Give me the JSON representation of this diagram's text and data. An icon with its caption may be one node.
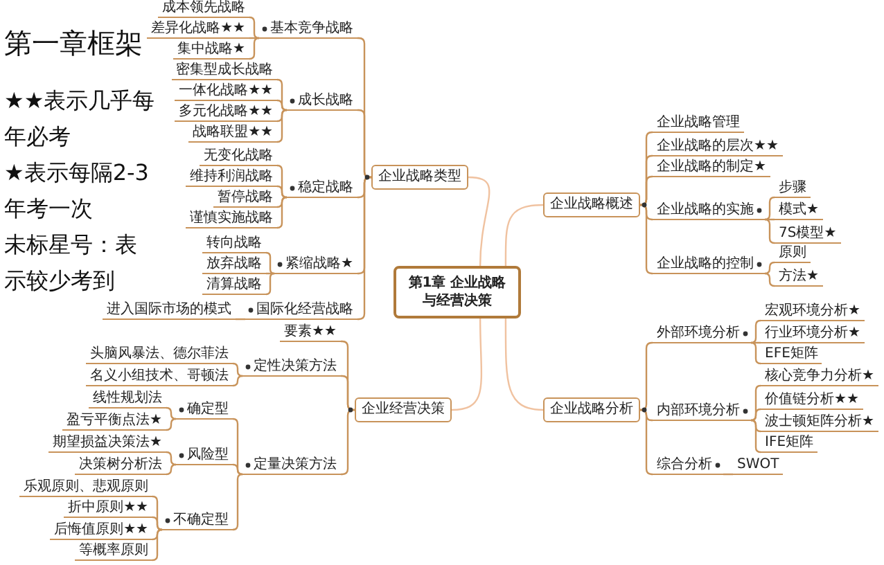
{
  "diagram": {
    "title": "第一章框架",
    "nodes": [
      {
        "text": [
          "第1章 企业战略与经营决策"
        ]
      },
      {
        "text": [
          "企业战略类型"
        ]
      },
      {
        "text": [
          "基本竞争战略"
        ]
      },
      {
        "text": [
          "成本领先战略"
        ]
      },
      {
        "text": [
          "差异化战略★★"
        ]
      },
      {
        "text": [
          "集中战略★"
        ]
      },
      {
        "text": [
          "成长战略"
        ]
      },
      {
        "text": [
          "密集型成长战略"
        ]
      },
      {
        "text": [
          "一体化战略★★"
        ]
      },
      {
        "text": [
          "多元化战略★★"
        ]
      },
      {
        "text": [
          "战略联盟★★"
        ]
      },
      {
        "text": [
          "稳定战略"
        ]
      },
      {
        "text": [
          "无变化战略"
        ]
      },
      {
        "text": [
          "维持利润战略"
        ]
      },
      {
        "text": [
          "暂停战略"
        ]
      },
      {
        "text": [
          "谨慎实施战略"
        ]
      },
      {
        "text": [
          "紧缩战略★"
        ]
      },
      {
        "text": [
          "转向战略"
        ]
      },
      {
        "text": [
          "放弃战略"
        ]
      },
      {
        "text": [
          "清算战略"
        ]
      },
      {
        "text": [
          "国际化经营战略"
        ]
      },
      {
        "text": [
          "进入国际市场的模式"
        ]
      },
      {
        "text": [
          "企业经营决策"
        ]
      },
      {
        "text": [
          "要素★★"
        ]
      },
      {
        "text": [
          "定性决策方法"
        ]
      },
      {
        "text": [
          "头脑风暴法、德尔菲法"
        ]
      },
      {
        "text": [
          "名义小组技术、哥顿法"
        ]
      },
      {
        "text": [
          "定量决策方法"
        ]
      },
      {
        "text": [
          "确定型"
        ]
      },
      {
        "text": [
          "线性规划法"
        ]
      },
      {
        "text": [
          "盈亏平衡点法★"
        ]
      },
      {
        "text": [
          "风险型"
        ]
      },
      {
        "text": [
          "期望损益决策法★"
        ]
      },
      {
        "text": [
          "决策树分析法"
        ]
      },
      {
        "text": [
          "不确定型"
        ]
      },
      {
        "text": [
          "乐观原则、悲观原则"
        ]
      },
      {
        "text": [
          "折中原则★★"
        ]
      },
      {
        "text": [
          "后悔值原则★★"
        ]
      },
      {
        "text": [
          "等概率原则"
        ]
      },
      {
        "text": [
          "企业战略概述"
        ]
      },
      {
        "text": [
          "企业战略管理"
        ]
      },
      {
        "text": [
          "企业战略的层次★★"
        ]
      },
      {
        "text": [
          "企业战略的制定★"
        ]
      },
      {
        "text": [
          "企业战略的实施"
        ]
      },
      {
        "text": [
          "步骤"
        ]
      },
      {
        "text": [
          "模式★"
        ]
      },
      {
        "text": [
          "7S模型★"
        ]
      },
      {
        "text": [
          "企业战略的控制"
        ]
      },
      {
        "text": [
          "原则"
        ]
      },
      {
        "text": [
          "方法★"
        ]
      },
      {
        "text": [
          "企业战略分析"
        ]
      },
      {
        "text": [
          "外部环境分析"
        ]
      },
      {
        "text": [
          "宏观环境分析★"
        ]
      },
      {
        "text": [
          "行业环境分析★"
        ]
      },
      {
        "text": [
          "EFE矩阵"
        ]
      },
      {
        "text": [
          "内部环境分析"
        ]
      },
      {
        "text": [
          "核心竞争力分析★"
        ]
      },
      {
        "text": [
          "价值链分析★★"
        ]
      },
      {
        "text": [
          "波士顿矩阵分析★"
        ]
      },
      {
        "text": [
          "IFE矩阵"
        ]
      },
      {
        "text": [
          "综合分析"
        ]
      },
      {
        "text": [
          "SWOT"
        ]
      }
    ],
    "edges": [
      {
        "from": 0,
        "to": 1,
        "arrow": "none",
        "color": "#f0c2a0"
      },
      {
        "from": 1,
        "to": 2,
        "arrow": "none"
      },
      {
        "from": 2,
        "to": 3,
        "arrow": "none"
      },
      {
        "from": 2,
        "to": 4,
        "arrow": "none"
      },
      {
        "from": 2,
        "to": 5,
        "arrow": "none"
      },
      {
        "from": 1,
        "to": 6,
        "arrow": "none"
      },
      {
        "from": 6,
        "to": 7,
        "arrow": "none"
      },
      {
        "from": 6,
        "to": 8,
        "arrow": "none"
      },
      {
        "from": 6,
        "to": 9,
        "arrow": "none"
      },
      {
        "from": 6,
        "to": 10,
        "arrow": "none"
      },
      {
        "from": 1,
        "to": 11,
        "arrow": "none"
      },
      {
        "from": 11,
        "to": 12,
        "arrow": "none"
      },
      {
        "from": 11,
        "to": 13,
        "arrow": "none"
      },
      {
        "from": 11,
        "to": 14,
        "arrow": "none"
      },
      {
        "from": 11,
        "to": 15,
        "arrow": "none"
      },
      {
        "from": 1,
        "to": 16,
        "arrow": "none"
      },
      {
        "from": 16,
        "to": 17,
        "arrow": "none"
      },
      {
        "from": 16,
        "to": 18,
        "arrow": "none"
      },
      {
        "from": 16,
        "to": 19,
        "arrow": "none"
      },
      {
        "from": 1,
        "to": 20,
        "arrow": "none"
      },
      {
        "from": 20,
        "to": 21,
        "arrow": "none"
      },
      {
        "from": 0,
        "to": 22,
        "arrow": "none",
        "color": "#f0c2a0"
      },
      {
        "from": 22,
        "to": 23,
        "arrow": "none"
      },
      {
        "from": 22,
        "to": 24,
        "arrow": "none"
      },
      {
        "from": 24,
        "to": 25,
        "arrow": "none"
      },
      {
        "from": 24,
        "to": 26,
        "arrow": "none"
      },
      {
        "from": 22,
        "to": 27,
        "arrow": "none"
      },
      {
        "from": 27,
        "to": 28,
        "arrow": "none"
      },
      {
        "from": 28,
        "to": 29,
        "arrow": "none"
      },
      {
        "from": 28,
        "to": 30,
        "arrow": "none"
      },
      {
        "from": 27,
        "to": 31,
        "arrow": "none"
      },
      {
        "from": 31,
        "to": 32,
        "arrow": "none"
      },
      {
        "from": 31,
        "to": 33,
        "arrow": "none"
      },
      {
        "from": 27,
        "to": 34,
        "arrow": "none"
      },
      {
        "from": 34,
        "to": 35,
        "arrow": "none"
      },
      {
        "from": 34,
        "to": 36,
        "arrow": "none"
      },
      {
        "from": 34,
        "to": 37,
        "arrow": "none"
      },
      {
        "from": 34,
        "to": 38,
        "arrow": "none"
      },
      {
        "from": 0,
        "to": 39,
        "arrow": "none",
        "color": "#f0c2a0"
      },
      {
        "from": 39,
        "to": 40,
        "arrow": "none"
      },
      {
        "from": 39,
        "to": 41,
        "arrow": "none"
      },
      {
        "from": 39,
        "to": 42,
        "arrow": "none"
      },
      {
        "from": 39,
        "to": 43,
        "arrow": "none"
      },
      {
        "from": 43,
        "to": 44,
        "arrow": "none"
      },
      {
        "from": 43,
        "to": 45,
        "arrow": "none"
      },
      {
        "from": 43,
        "to": 46,
        "arrow": "none"
      },
      {
        "from": 39,
        "to": 47,
        "arrow": "none"
      },
      {
        "from": 47,
        "to": 48,
        "arrow": "none"
      },
      {
        "from": 47,
        "to": 49,
        "arrow": "none"
      },
      {
        "from": 0,
        "to": 50,
        "arrow": "none",
        "color": "#f0c2a0"
      },
      {
        "from": 50,
        "to": 51,
        "arrow": "none"
      },
      {
        "from": 51,
        "to": 52,
        "arrow": "none"
      },
      {
        "from": 51,
        "to": 53,
        "arrow": "none"
      },
      {
        "from": 51,
        "to": 54,
        "arrow": "none"
      },
      {
        "from": 50,
        "to": 55,
        "arrow": "none"
      },
      {
        "from": 55,
        "to": 56,
        "arrow": "none"
      },
      {
        "from": 55,
        "to": 57,
        "arrow": "none"
      },
      {
        "from": 55,
        "to": 58,
        "arrow": "none"
      },
      {
        "from": 55,
        "to": 59,
        "arrow": "none"
      },
      {
        "from": 50,
        "to": 60,
        "arrow": "none"
      },
      {
        "from": 60,
        "to": 61,
        "arrow": "none"
      }
    ],
    "labels": [
      "★★表示几乎每年必考",
      "★表示每隔2-3年考一次",
      "未标星号：表示较少考到"
    ]
  }
}
